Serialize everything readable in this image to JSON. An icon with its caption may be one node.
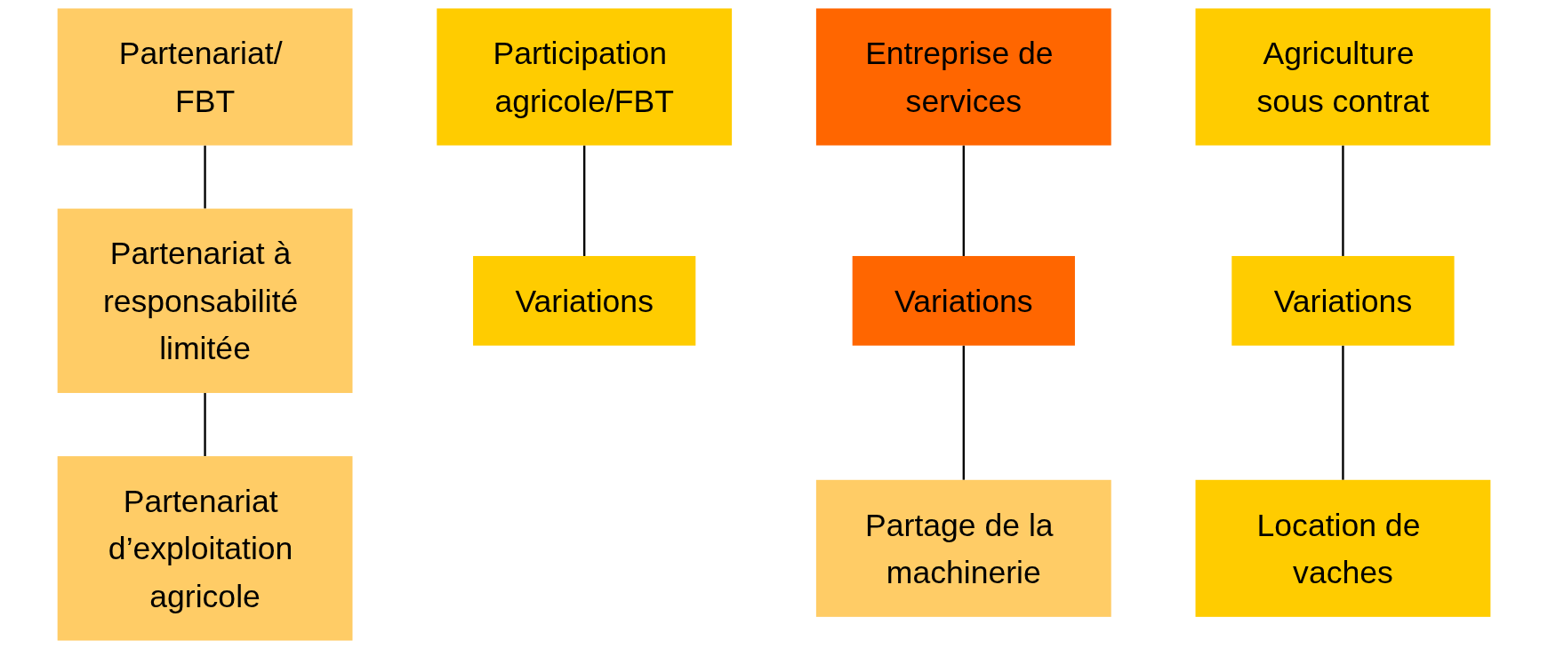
{
  "diagram": {
    "nodes": [
      {
        "text": [
          "Partenariat/ FBT"
        ]
      },
      {
        "text": [
          "Partenariat à responsabilité limitée"
        ]
      },
      {
        "text": [
          "Partenariat d’exploitation agricole"
        ]
      },
      {
        "text": [
          "Participation agricole/FBT"
        ]
      },
      {
        "text": [
          "Variations"
        ]
      },
      {
        "text": [
          "Entreprise de services"
        ]
      },
      {
        "text": [
          "Variations"
        ]
      },
      {
        "text": [
          "Partage de la machinerie"
        ]
      },
      {
        "text": [
          "Agriculture sous contrat"
        ]
      },
      {
        "text": [
          "Variations"
        ]
      },
      {
        "text": [
          "Location de vaches"
        ]
      }
    ],
    "edges": [
      {
        "from": 0,
        "to": 1,
        "arrow": "none"
      },
      {
        "from": 1,
        "to": 2,
        "arrow": "none"
      },
      {
        "from": 3,
        "to": 4,
        "arrow": "none"
      },
      {
        "from": 5,
        "to": 6,
        "arrow": "none"
      },
      {
        "from": 6,
        "to": 7,
        "arrow": "none"
      },
      {
        "from": 8,
        "to": 9,
        "arrow": "none"
      },
      {
        "from": 9,
        "to": 10,
        "arrow": "none"
      }
    ]
  }
}
